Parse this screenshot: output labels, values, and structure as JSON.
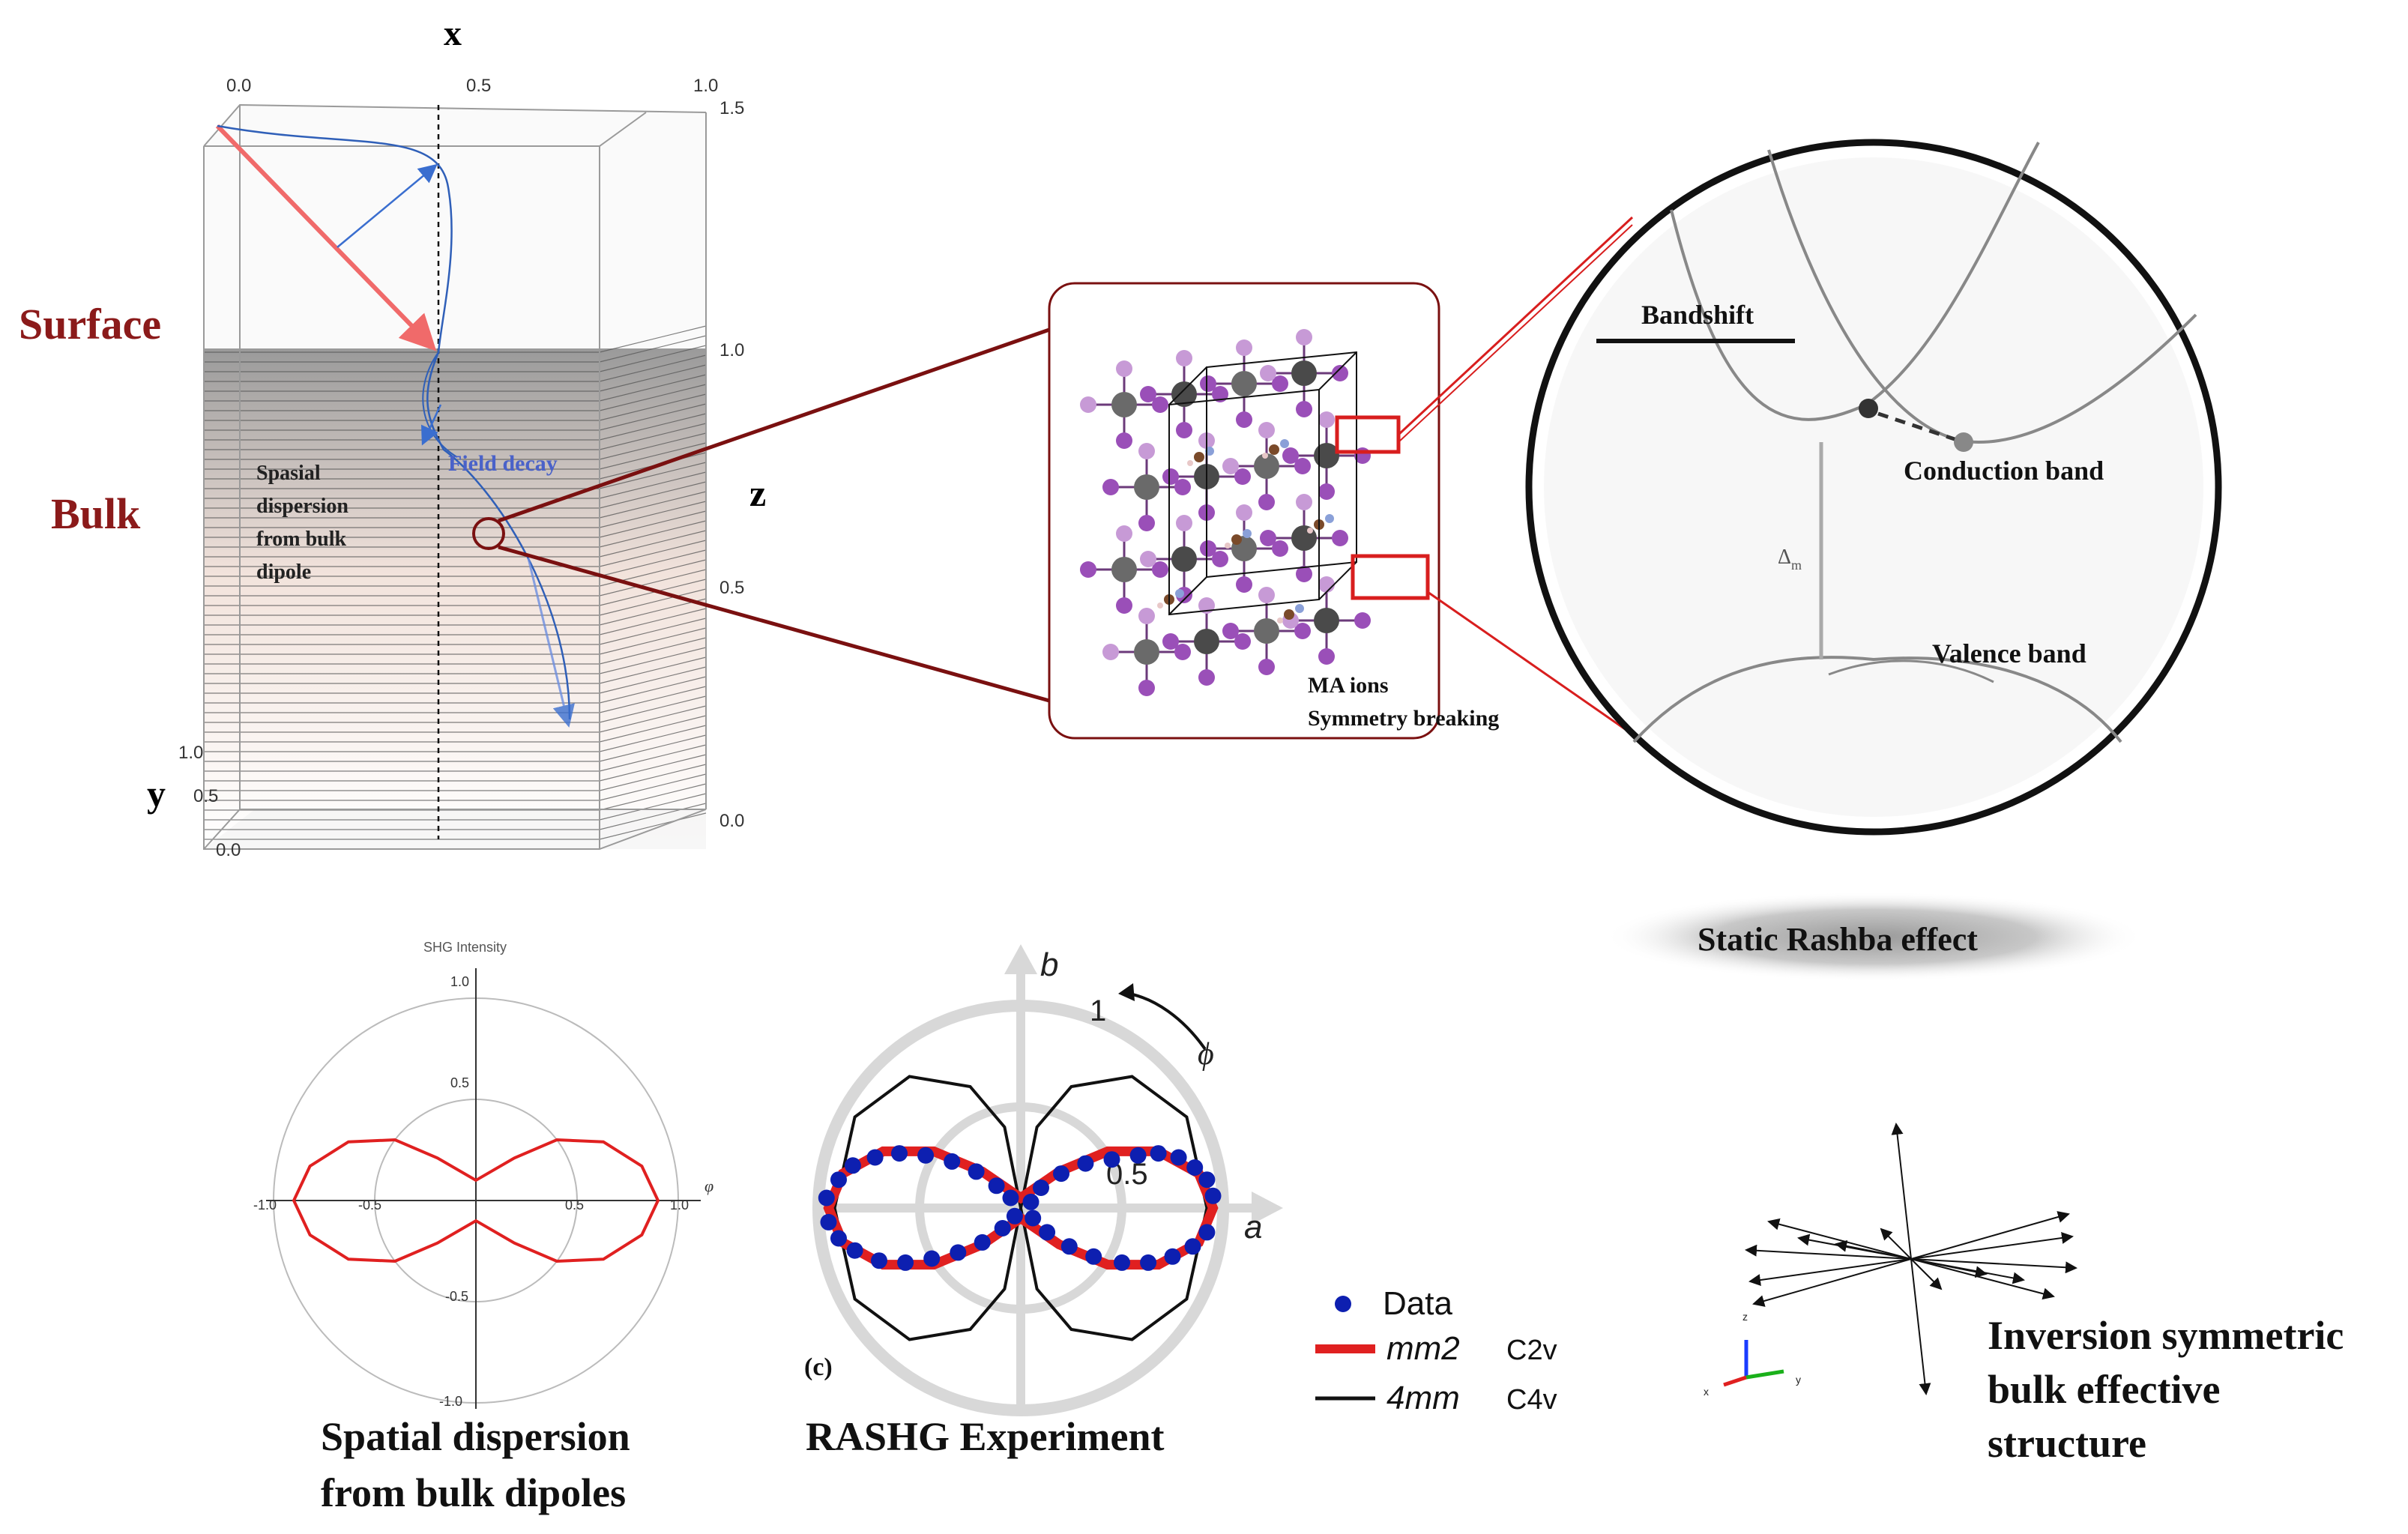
{
  "box3d": {
    "x_axis_label": "x",
    "y_axis_label": "y",
    "z_axis_label": "z",
    "x_ticks": [
      "0.0",
      "0.5",
      "1.0"
    ],
    "z_ticks": [
      "1.5",
      "1.0",
      "0.5",
      "0.0"
    ],
    "y_ticks": [
      "1.0",
      "0.5",
      "0.0"
    ],
    "surface_label": "Surface",
    "bulk_label": "Bulk",
    "field_decay_label": "Field decay",
    "dispersion_note": [
      "Spasial",
      "dispersion",
      "from bulk",
      "dipole"
    ]
  },
  "crystal": {
    "note_line1": "MA ions",
    "note_line2": "Symmetry breaking"
  },
  "rashba": {
    "bandshift": "Bandshift",
    "conduction": "Conduction band",
    "valence": "Valence band",
    "gap_symbol": "Δ",
    "gap_sub": "m",
    "caption": "Static Rashba effect"
  },
  "polar1": {
    "title": "SHG Intensity",
    "r_ticks": [
      "1.0",
      "0.5",
      "-0.5",
      "-1.0"
    ],
    "x_ticks": [
      "-1.0",
      "-0.5",
      "0.5",
      "1.0"
    ],
    "phi_label": "φ",
    "caption_line1": "Spatial dispersion",
    "caption_line2": "from bulk dipoles",
    "chart_data": {
      "type": "line",
      "coordinate_system": "polar",
      "title": "SHG Intensity",
      "xlim": [
        -1.0,
        1.0
      ],
      "ylim": [
        -1.0,
        1.0
      ],
      "series": [
        {
          "points": [
            [
              0.9,
              0.0
            ],
            [
              0.82,
              0.17
            ],
            [
              0.63,
              0.29
            ],
            [
              0.4,
              0.3
            ],
            [
              0.19,
              0.21
            ],
            [
              0.0,
              0.1
            ],
            [
              -0.19,
              0.21
            ],
            [
              -0.4,
              0.3
            ],
            [
              -0.63,
              0.29
            ],
            [
              -0.82,
              0.17
            ],
            [
              -0.9,
              0.0
            ],
            [
              -0.82,
              -0.17
            ],
            [
              -0.63,
              -0.29
            ],
            [
              -0.4,
              -0.3
            ],
            [
              -0.19,
              -0.21
            ],
            [
              0.0,
              -0.1
            ],
            [
              0.19,
              -0.21
            ],
            [
              0.4,
              -0.3
            ],
            [
              0.63,
              -0.29
            ],
            [
              0.82,
              -0.17
            ],
            [
              0.9,
              0.0
            ]
          ]
        }
      ]
    }
  },
  "polar2": {
    "b_label": "b",
    "a_label": "a",
    "r1": "1",
    "r05": "0.5",
    "phi_label": "ϕ",
    "panel_label": "(c)",
    "legend": {
      "data": "Data",
      "mm2": "mm2",
      "mm2_group": "C2v",
      "fourmm": "4mm",
      "fourmm_group": "C4v"
    },
    "caption": "RASHG Experiment",
    "colors": {
      "data": "#0d1fb0",
      "mm2": "#e02020",
      "fourmm": "#111111"
    },
    "chart_data": {
      "type": "scatter",
      "coordinate_system": "polar",
      "series": [
        {
          "name": "Data",
          "points": [
            [
              0.95,
              0.06
            ],
            [
              0.92,
              0.14
            ],
            [
              0.86,
              0.2
            ],
            [
              0.78,
              0.25
            ],
            [
              0.68,
              0.27
            ],
            [
              0.58,
              0.26
            ],
            [
              0.45,
              0.24
            ],
            [
              0.32,
              0.22
            ],
            [
              0.2,
              0.17
            ],
            [
              0.1,
              0.1
            ],
            [
              0.05,
              0.03
            ],
            [
              -0.05,
              0.05
            ],
            [
              -0.12,
              0.11
            ],
            [
              -0.22,
              0.18
            ],
            [
              -0.34,
              0.23
            ],
            [
              -0.47,
              0.26
            ],
            [
              -0.6,
              0.27
            ],
            [
              -0.72,
              0.25
            ],
            [
              -0.83,
              0.21
            ],
            [
              -0.9,
              0.14
            ],
            [
              -0.96,
              0.05
            ],
            [
              -0.95,
              -0.07
            ],
            [
              -0.9,
              -0.15
            ],
            [
              -0.82,
              -0.21
            ],
            [
              -0.7,
              -0.26
            ],
            [
              -0.57,
              -0.27
            ],
            [
              -0.44,
              -0.25
            ],
            [
              -0.31,
              -0.22
            ],
            [
              -0.19,
              -0.17
            ],
            [
              -0.09,
              -0.1
            ],
            [
              -0.03,
              -0.04
            ],
            [
              0.06,
              -0.05
            ],
            [
              0.13,
              -0.12
            ],
            [
              0.24,
              -0.19
            ],
            [
              0.36,
              -0.24
            ],
            [
              0.5,
              -0.27
            ],
            [
              0.63,
              -0.27
            ],
            [
              0.75,
              -0.24
            ],
            [
              0.85,
              -0.19
            ],
            [
              0.92,
              -0.12
            ]
          ]
        },
        {
          "name": "mm2 C2v",
          "points": [
            [
              0.95,
              0.0
            ],
            [
              0.88,
              0.17
            ],
            [
              0.68,
              0.28
            ],
            [
              0.43,
              0.28
            ],
            [
              0.19,
              0.18
            ],
            [
              0.0,
              0.05
            ],
            [
              -0.19,
              0.18
            ],
            [
              -0.43,
              0.28
            ],
            [
              -0.68,
              0.28
            ],
            [
              -0.88,
              0.17
            ],
            [
              -0.95,
              0.0
            ],
            [
              -0.88,
              -0.17
            ],
            [
              -0.68,
              -0.28
            ],
            [
              -0.43,
              -0.28
            ],
            [
              -0.19,
              -0.18
            ],
            [
              0.0,
              -0.05
            ],
            [
              0.19,
              -0.18
            ],
            [
              0.43,
              -0.28
            ],
            [
              0.68,
              -0.28
            ],
            [
              0.88,
              -0.17
            ],
            [
              0.95,
              0.0
            ]
          ]
        },
        {
          "name": "4mm C4v",
          "points": [
            [
              0.92,
              0.0
            ],
            [
              0.82,
              0.45
            ],
            [
              0.55,
              0.65
            ],
            [
              0.25,
              0.6
            ],
            [
              0.08,
              0.4
            ],
            [
              0.0,
              0.0
            ],
            [
              -0.08,
              0.4
            ],
            [
              -0.25,
              0.6
            ],
            [
              -0.55,
              0.65
            ],
            [
              -0.82,
              0.45
            ],
            [
              -0.92,
              0.0
            ],
            [
              -0.82,
              -0.45
            ],
            [
              -0.55,
              -0.65
            ],
            [
              -0.25,
              -0.6
            ],
            [
              -0.08,
              -0.4
            ],
            [
              0.0,
              0.0
            ],
            [
              0.08,
              -0.4
            ],
            [
              0.25,
              -0.6
            ],
            [
              0.55,
              -0.65
            ],
            [
              0.82,
              -0.45
            ],
            [
              0.92,
              0.0
            ]
          ]
        }
      ]
    }
  },
  "inversion": {
    "caption_line1": "Inversion symmetric",
    "caption_line2": "bulk effective",
    "caption_line3": "structure",
    "axis_z": "z",
    "axis_y": "y",
    "axis_x": "x"
  }
}
